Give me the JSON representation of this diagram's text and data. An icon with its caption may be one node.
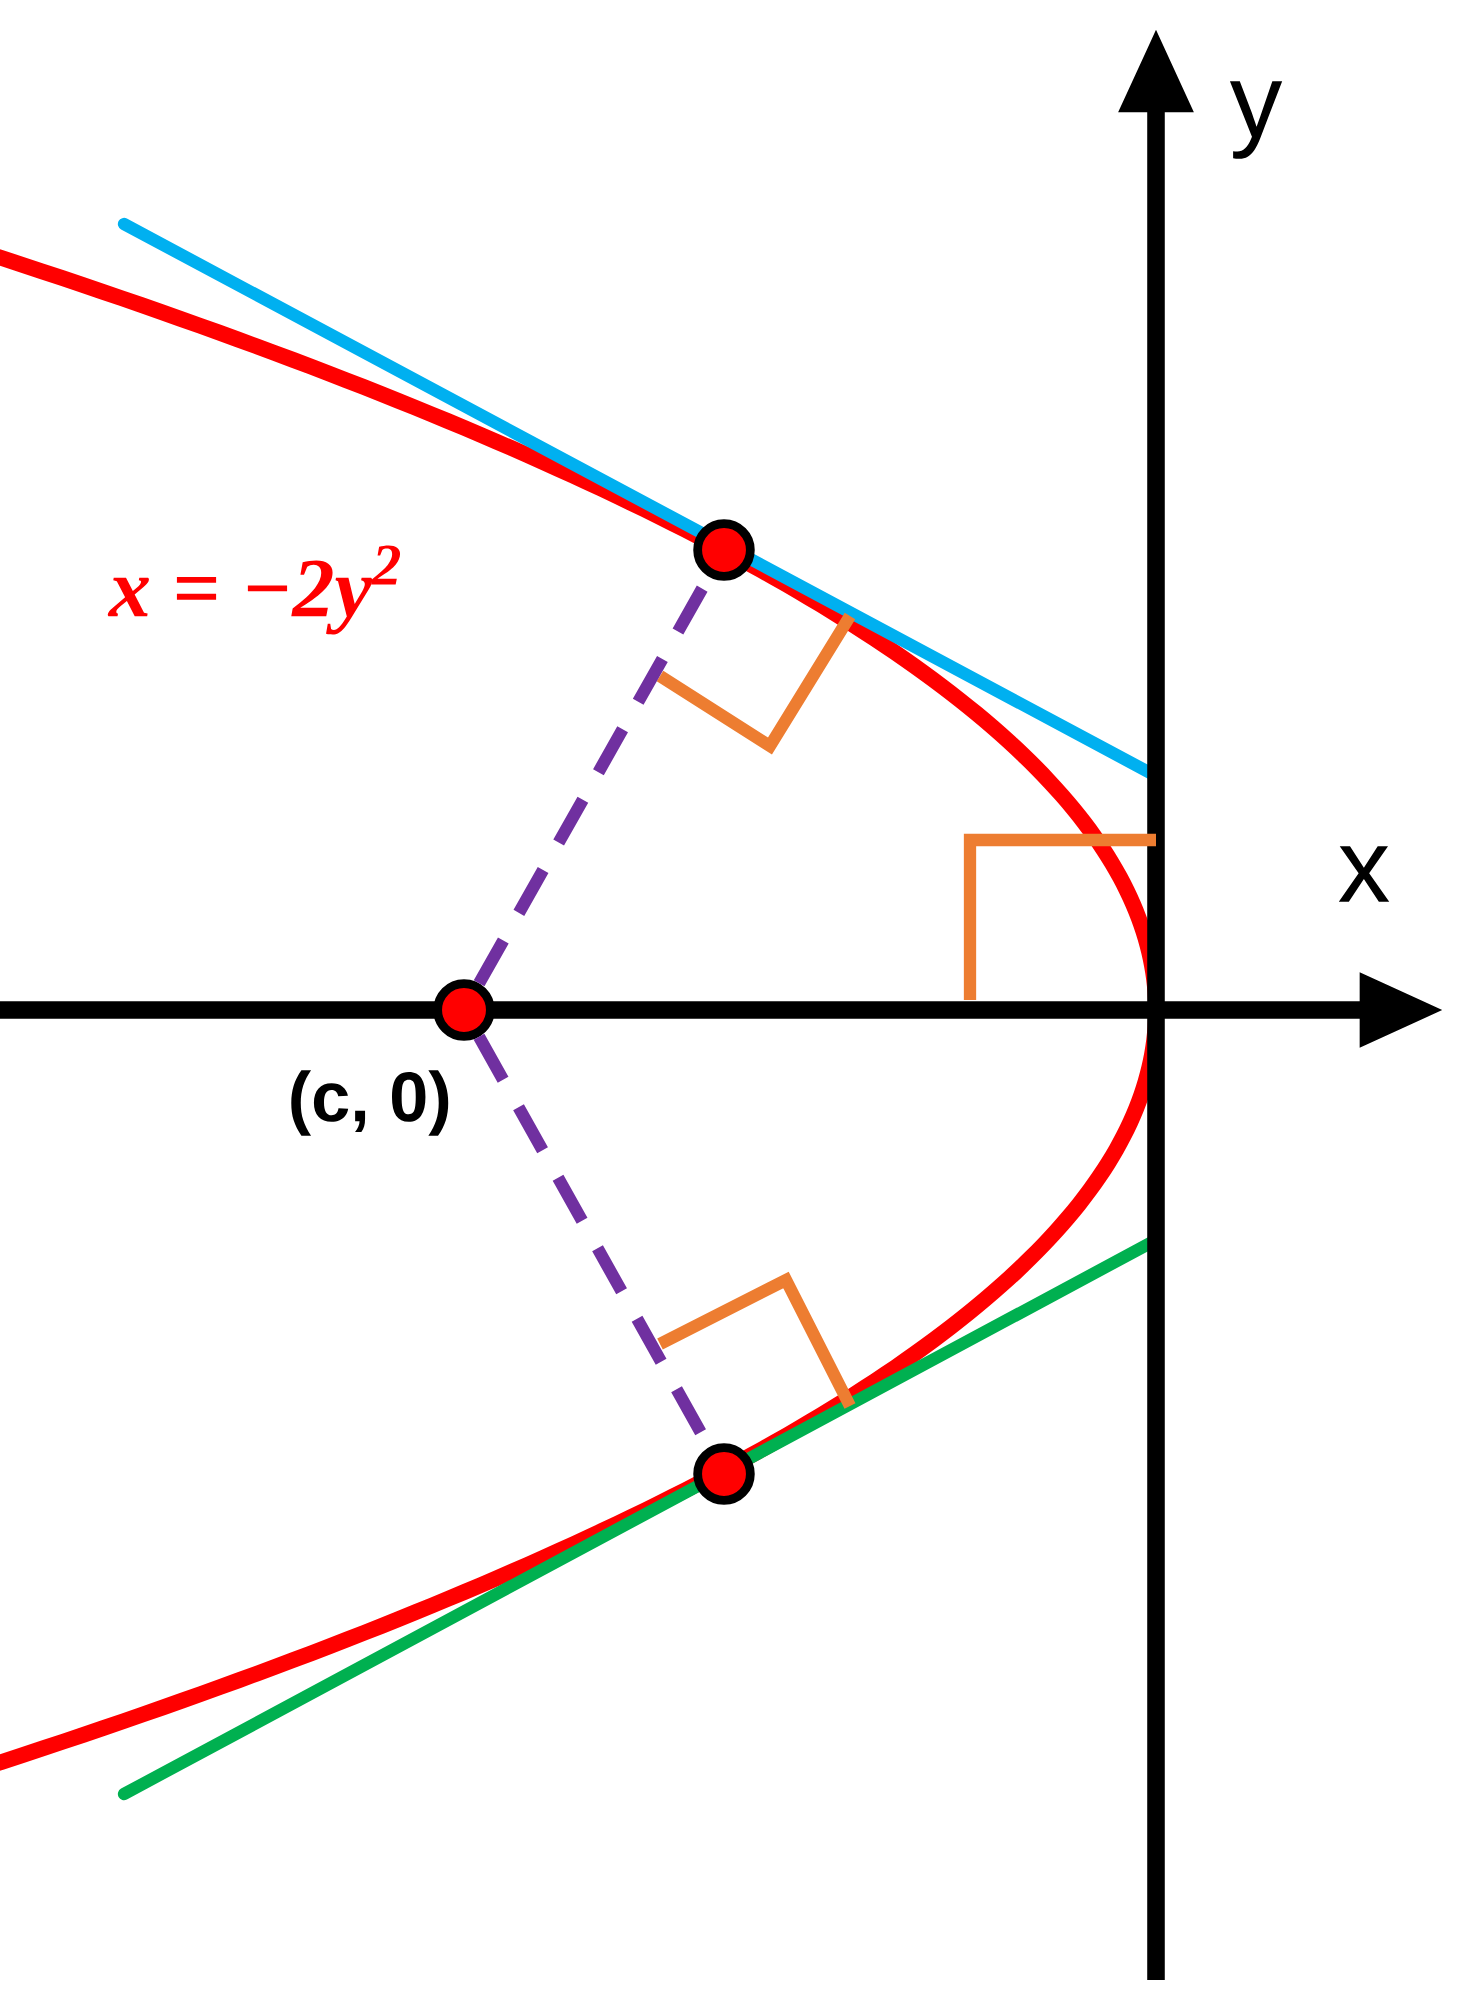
{
  "diagram": {
    "nodes": [
      {
        "text": [],
        "shape": "circle"
      },
      {
        "text": [],
        "shape": "circle",
        "beside": [
          "(c, 0)"
        ]
      },
      {
        "text": [],
        "shape": "circle"
      }
    ],
    "edges": [
      {
        "from": 1,
        "to": 0,
        "arrow": "none",
        "style": "dashed",
        "color": "#7030a0"
      },
      {
        "from": 1,
        "to": 2,
        "arrow": "none",
        "style": "dashed",
        "color": "#7030a0"
      }
    ],
    "labels": [
      "y",
      "x = −2y$^{2}$",
      "x"
    ]
  }
}
